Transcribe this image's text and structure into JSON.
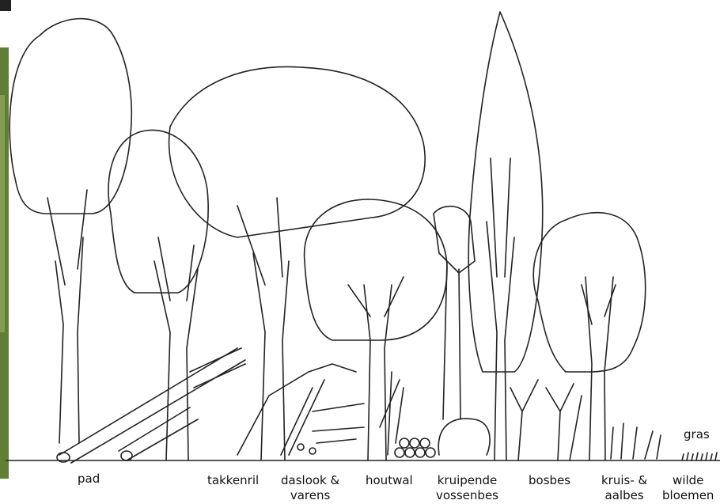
{
  "labels": {
    "pad": "pad",
    "takkenril": "takkenril",
    "daslook_1": "daslook &",
    "daslook_2": "varens",
    "houtwal": "houtwal",
    "kruipende_1": "kruipende",
    "kruipende_2": "vossenbes",
    "bosbes": "bosbes",
    "kruis_1": "kruis- &",
    "kruis_2": "aalbes",
    "wilde_1": "wilde",
    "wilde_2": "bloemen",
    "gras": "gras"
  },
  "colors": {
    "ink": "#222222",
    "photo_edge": "#6b8a3a"
  }
}
